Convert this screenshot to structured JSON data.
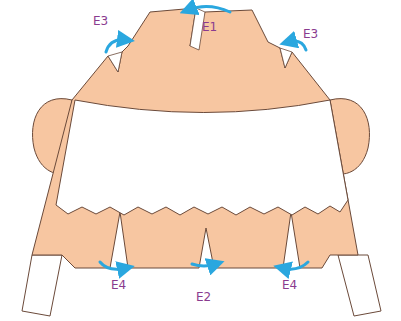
{
  "diagram": {
    "labels": [
      "E3",
      "E1",
      "E3",
      "E4",
      "E2",
      "E4"
    ]
  }
}
